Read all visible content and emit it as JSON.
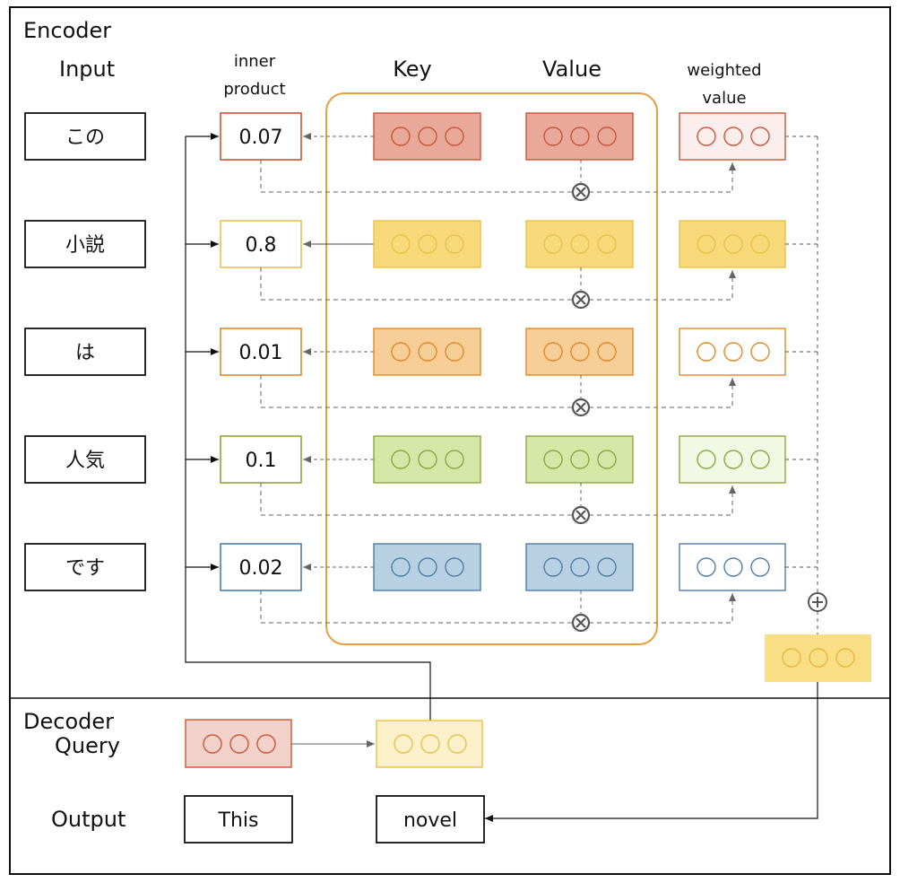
{
  "labels": {
    "encoder": "Encoder",
    "input": "Input",
    "inner_product_1": "inner",
    "inner_product_2": "product",
    "key": "Key",
    "value": "Value",
    "weighted_value_1": "weighted",
    "weighted_value_2": "value",
    "decoder_1": "Decoder",
    "decoder_2": "Query",
    "output": "Output"
  },
  "rows": [
    {
      "input": "この",
      "inner_product": "0.07",
      "edge": "#cc5533",
      "fill": "#e8a89a",
      "weighted_fill": "#fbeeed"
    },
    {
      "input": "小説",
      "inner_product": "0.8",
      "edge": "#e6c24a",
      "fill": "#f8d97a",
      "weighted_fill": "#f8d97a"
    },
    {
      "input": "は",
      "inner_product": "0.01",
      "edge": "#e08a28",
      "fill": "#f7cd98",
      "weighted_fill": "#ffffff"
    },
    {
      "input": "人気",
      "inner_product": "0.1",
      "edge": "#8aa83e",
      "fill": "#d6e6a7",
      "weighted_fill": "#f1f8e3"
    },
    {
      "input": "です",
      "inner_product": "0.02",
      "edge": "#4d7ea8",
      "fill": "#b7d0e2",
      "weighted_fill": "#ffffff"
    }
  ],
  "decoder": {
    "query_fill": "#f3d2cc",
    "query_edge": "#cc5533",
    "query_out_fill": "#fdf1cc",
    "query_out_edge": "#e8c046",
    "sum_fill": "#f8df86"
  },
  "outputs": [
    "This",
    "novel"
  ],
  "symbols": {
    "multiply": "⊗",
    "add": "⊕"
  }
}
